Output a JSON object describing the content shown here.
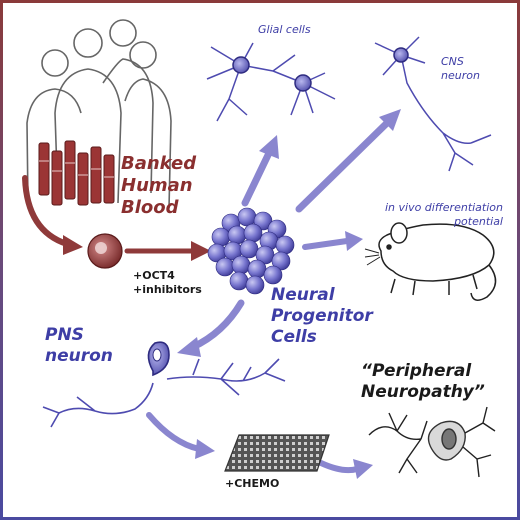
{
  "labels": {
    "glial_cells": "Glial cells",
    "cns_neuron": [
      "CNS",
      "neuron"
    ],
    "banked_blood": [
      "Banked",
      "Human",
      "Blood"
    ],
    "in_vivo": [
      "in vivo differentiation",
      "potential"
    ],
    "reprogram": [
      "+OCT4",
      "+inhibitors"
    ],
    "npc": [
      "Neural",
      "Progenitor",
      "Cells"
    ],
    "pns_neuron": [
      "PNS",
      "neuron"
    ],
    "chemo": "+CHEMO",
    "neuropathy": [
      "“Peripheral",
      "Neuropathy”"
    ]
  },
  "colors": {
    "blue_text": "#3e3ea6",
    "blood_red": "#8a2f2f",
    "arrow_blue": "#8a86cf",
    "arrow_red": "#8f3a3a",
    "cell_blue": "#6a68c8",
    "frame_top": "#8a3a3a",
    "frame_bottom": "#4a4aa0"
  }
}
